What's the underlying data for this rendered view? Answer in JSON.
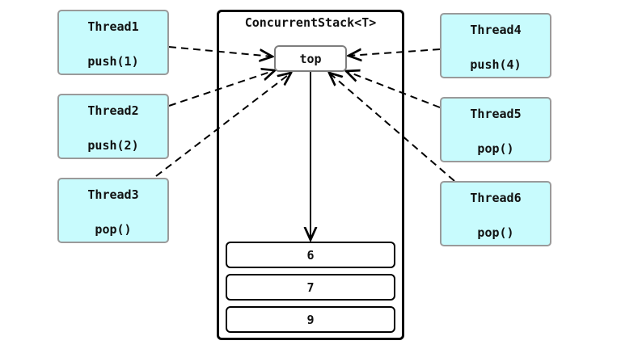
{
  "stack": {
    "title": "ConcurrentStack<T>",
    "top_label": "top",
    "items": [
      "6",
      "7",
      "9"
    ]
  },
  "threads": [
    {
      "name": "Thread1",
      "op": "push(1)"
    },
    {
      "name": "Thread2",
      "op": "push(2)"
    },
    {
      "name": "Thread3",
      "op": "pop()"
    },
    {
      "name": "Thread4",
      "op": "push(4)"
    },
    {
      "name": "Thread5",
      "op": "pop()"
    },
    {
      "name": "Thread6",
      "op": "pop()"
    }
  ],
  "colors": {
    "thread_fill": "#c8fbfd",
    "thread_border": "#9a9a9a",
    "line": "#000000"
  }
}
